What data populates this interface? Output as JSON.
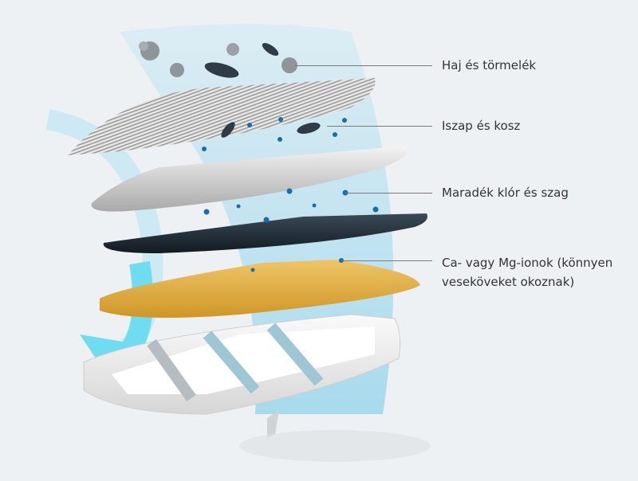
{
  "diagram": {
    "title": "Filter layers exploded view",
    "colors": {
      "background": "#eef1f3",
      "water_flow": "#8fd3ea",
      "arrow": "#6fdcef",
      "particle_dot": "#1a6ea8",
      "mesh_layer": "#d8d8d8",
      "cotton_layer": "#c9c9c9",
      "carbon_layer": "#1f2c38",
      "resin_layer": "#e0ac3c",
      "tray": "#f2f2f2",
      "label_text": "#333333",
      "leader_line": "#7a7a7a"
    },
    "labels": [
      {
        "text": "Haj és törmelék",
        "line1": "Haj és törmelék",
        "line2": ""
      },
      {
        "text": "Iszap és kosz",
        "line1": "Iszap és kosz",
        "line2": ""
      },
      {
        "text": "Maradék klór és szag",
        "line1": "Maradék klór és szag",
        "line2": ""
      },
      {
        "text": "Ca- vagy Mg-ionok (könnyen veseköveket okoznak)",
        "line1": "Ca- vagy Mg-ionok (könnyen",
        "line2": "veseköveket okoznak)"
      }
    ],
    "layers": [
      "mesh-filter",
      "pp-cotton",
      "activated-carbon",
      "ion-exchange-resin",
      "filter-tray"
    ]
  }
}
